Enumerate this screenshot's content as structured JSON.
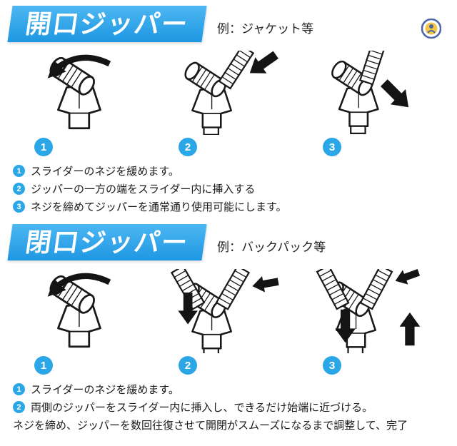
{
  "colors": {
    "banner_blue": "#2ba7e8",
    "step_circle_blue": "#2ba7e8",
    "text": "#1a1a1a",
    "illustration_line": "#191919"
  },
  "sections": [
    {
      "banner_title": "開口ジッパー",
      "example_label": "例：ジャケット等",
      "steps": [
        {
          "num": "1"
        },
        {
          "num": "2"
        },
        {
          "num": "3"
        }
      ],
      "instructions": [
        {
          "num": "1",
          "text": "スライダーのネジを緩めます。"
        },
        {
          "num": "2",
          "text": "ジッパーの一方の端をスライダー内に挿入する"
        },
        {
          "num": "3",
          "text": "ネジを締めてジッパーを通常通り使用可能にします。"
        }
      ]
    },
    {
      "banner_title": "閉口ジッパー",
      "example_label": "例：バックパック等",
      "steps": [
        {
          "num": "1"
        },
        {
          "num": "2"
        },
        {
          "num": "3"
        }
      ],
      "instructions": [
        {
          "num": "1",
          "text": "スライダーのネジを緩めます。"
        },
        {
          "num": "2",
          "text": "両側のジッパーをスライダー内に挿入し、できるだけ始端に近づける。"
        },
        {
          "text": "ネジを締め、ジッパーを数回往復させて開閉がスムーズになるまで調整して、完了"
        }
      ]
    }
  ]
}
